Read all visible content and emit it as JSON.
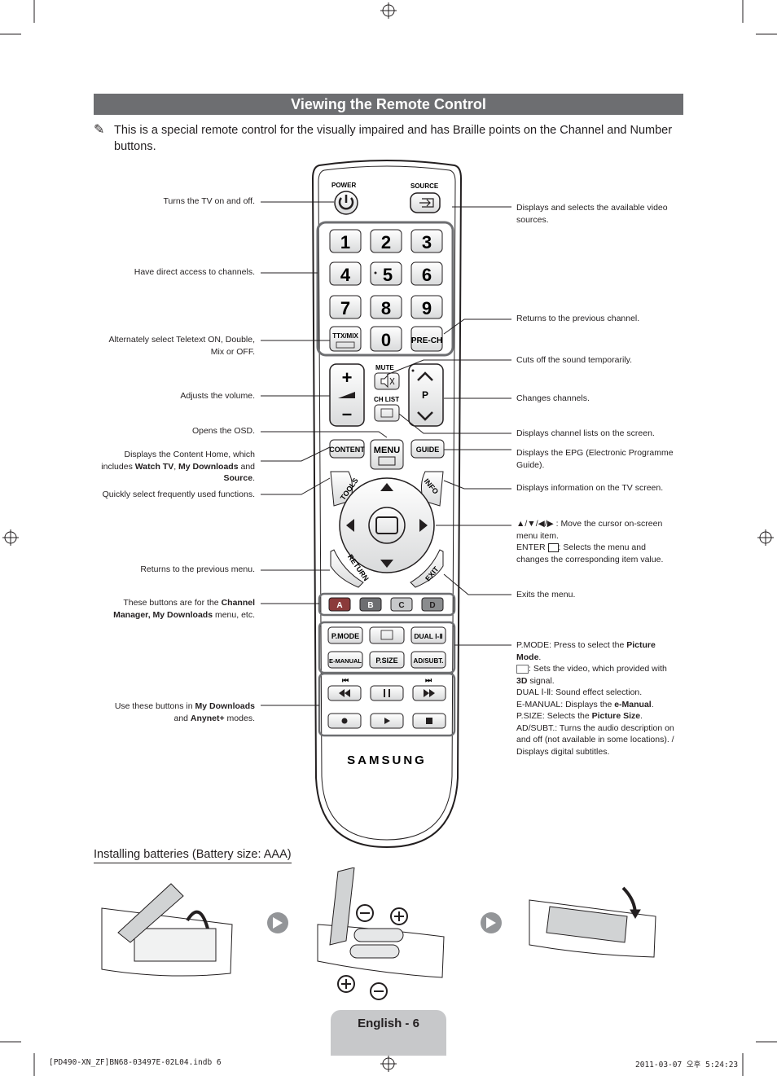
{
  "title": "Viewing the Remote Control",
  "note": "This is a special remote control for the visually impaired and has Braille points on the Channel and Number buttons.",
  "left_labels": {
    "power": "Turns the TV on and off.",
    "numbers": "Have direct access to channels.",
    "ttx_a": "Alternately select Teletext ON, Double,",
    "ttx_b": "Mix or OFF.",
    "volume": "Adjusts the volume.",
    "osd": "Opens the OSD.",
    "content_a": "Displays the Content Home, which",
    "content_b1": "includes ",
    "content_b2": "Watch TV",
    "content_b3": ", ",
    "content_b4": "My Downloads",
    "content_b5": " and",
    "content_c1": "Source",
    "content_c2": ".",
    "tools": "Quickly select frequently used functions.",
    "return": "Returns to the previous menu.",
    "color_a1": "These buttons are for the ",
    "color_a2": "Channel",
    "color_b1": "Manager, My Downloads",
    "color_b2": " menu, etc.",
    "playback_a1": "Use these buttons in ",
    "playback_a2": "My Downloads",
    "playback_b1": "and ",
    "playback_b2": "Anynet+",
    "playback_b3": " modes."
  },
  "right_labels": {
    "source_a": "Displays and selects the available video",
    "source_b": "sources.",
    "prech": "Returns to the previous channel.",
    "mute": "Cuts off the sound temporarily.",
    "channel": "Changes channels.",
    "chlist": "Displays channel lists on the screen.",
    "guide_a": "Displays the EPG (Electronic Programme",
    "guide_b": "Guide).",
    "info": "Displays information on the TV screen.",
    "nav_a": "▲/▼/◀/▶ : Move the cursor on-screen",
    "nav_b": "menu item.",
    "enter_a1": "ENTER ",
    "enter_a2": ": Selects the menu and",
    "enter_b": "changes the corresponding item value.",
    "exit": "Exits the menu.",
    "pmode_1": "P.MODE",
    "pmode_2": ": Press to select the ",
    "pmode_3": "Picture",
    "pmode_4": "Mode",
    "pmode_5": ".",
    "threed_1": ": Sets the video, which provided with",
    "threed_2": "3D",
    "threed_3": " signal.",
    "dual_1": "DUAL Ⅰ-Ⅱ",
    "dual_2": ": Sound effect selection.",
    "emanual_1": "E-MANUAL",
    "emanual_2": ": Displays the ",
    "emanual_3": "e-Manual",
    "emanual_4": ".",
    "psize_1": "P.SIZE",
    "psize_2": ": Selects the ",
    "psize_3": "Picture Size",
    "psize_4": ".",
    "adsubt_1": "AD/SUBT.",
    "adsubt_2": ": Turns the audio description on",
    "adsubt_3": "and off (not available in some locations). /",
    "adsubt_4": "Displays digital subtitles."
  },
  "remote": {
    "power": "POWER",
    "source": "SOURCE",
    "digits": [
      "1",
      "2",
      "3",
      "4",
      "5",
      "6",
      "7",
      "8",
      "9"
    ],
    "zero": "0",
    "ttx": "TTX/MIX",
    "prech": "PRE-CH",
    "mute": "MUTE",
    "chlist": "CH LIST",
    "p": "P",
    "content": "CONTENT",
    "menu": "MENU",
    "guide": "GUIDE",
    "tools": "TOOLS",
    "info": "INFO",
    "return": "RETURN",
    "exit": "EXIT",
    "colors": [
      "A",
      "B",
      "C",
      "D"
    ],
    "pmode": "P.MODE",
    "dual": "DUAL Ⅰ-Ⅱ",
    "emanual": "E-MANUAL",
    "psize": "P.SIZE",
    "adsubt": "AD/SUBT.",
    "brand": "SAMSUNG"
  },
  "batteries": {
    "heading": "Installing batteries (Battery size: AAA)"
  },
  "footer": {
    "page": "English - 6",
    "file": "[PD490-XN_ZF]BN68-03497E-02L04.indb   6",
    "date": "2011-03-07   오후 5:24:23"
  },
  "colors": {
    "title_bar": "#6d6e71",
    "footer_tab": "#c7c8ca",
    "color_a": "#8b3a3a",
    "color_b": "#6d6e71",
    "color_c": "#c7c8ca",
    "color_d": "#8a8c8e"
  }
}
